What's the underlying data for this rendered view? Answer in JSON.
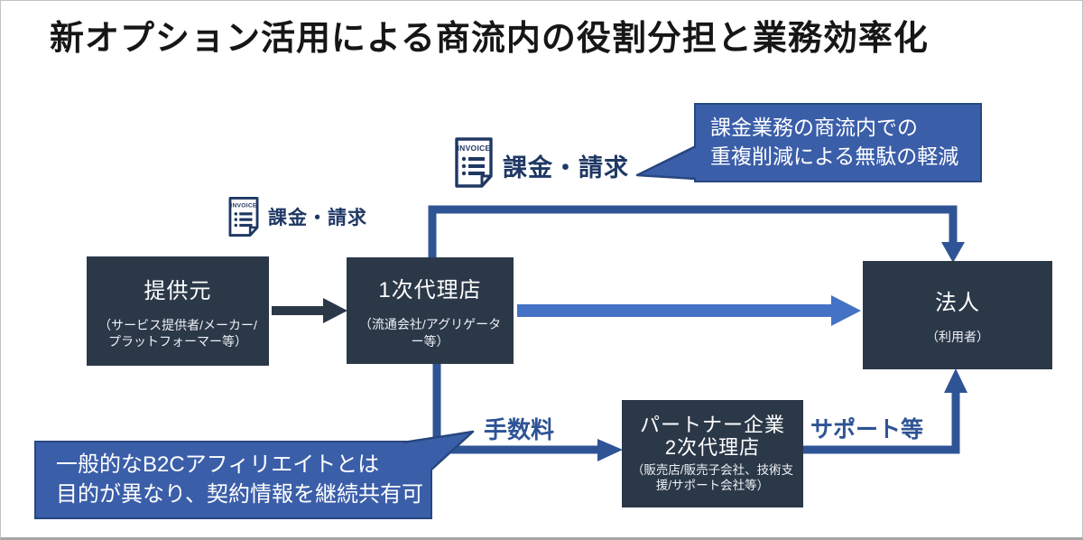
{
  "title": "新オプション活用による商流内の役割分担と業務効率化",
  "colors": {
    "node_dark": "#2b3848",
    "arrow_blue": "#4472c4",
    "line_blue": "#2f5496",
    "callout_fill": "#3b5ea9",
    "callout_border": "#27477f",
    "label_navy": "#1f3864",
    "label_blue": "#2e5395",
    "background": "#ffffff"
  },
  "labels": {
    "billing_top": "課金・請求",
    "billing_left": "課金・請求",
    "fee": "手数料",
    "support": "サポート等",
    "invoice_icon_text": "INVOICE"
  },
  "nodes": {
    "provider": {
      "title": "提供元",
      "subtitle": "（サービス提供者/メーカー/プラットフォーマー等）"
    },
    "primary_agent": {
      "title": "1次代理店",
      "subtitle": "（流通会社/アグリゲーター等）"
    },
    "corporation": {
      "title": "法人",
      "subtitle": "（利用者）"
    },
    "partner": {
      "title_line1": "パートナー企業",
      "title_line2": "2次代理店",
      "subtitle": "（販売店/販売子会社、技術支援/サポート会社等）"
    }
  },
  "callouts": {
    "billing_note": {
      "line1": "課金業務の商流内での",
      "line2": "重複削減による無駄の軽減"
    },
    "affiliate_note": {
      "line1": "一般的なB2Cアフィリエイトとは",
      "line2": "目的が異なり、契約情報を継続共有可"
    }
  }
}
